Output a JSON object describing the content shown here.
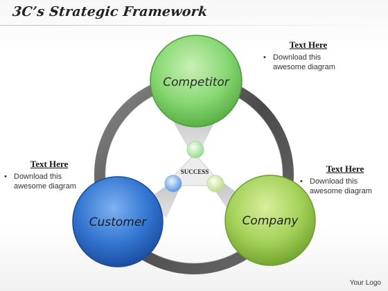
{
  "title": "3C’s Strategic Framework",
  "center_label": "SUCCESS",
  "circles": {
    "competitor": "Competitor",
    "customer": "Customer",
    "company": "Company"
  },
  "notes": {
    "top_right": {
      "heading": "Text Here",
      "bullet": "Download this awesome diagram"
    },
    "left": {
      "heading": "Text Here",
      "bullet": "Download this awesome diagram"
    },
    "right": {
      "heading": "Text Here",
      "bullet": "Download this awesome diagram"
    }
  },
  "logo": "Your Logo",
  "colors": {
    "competitor": "#7fd46a",
    "customer": "#2f6fc8",
    "company": "#9ccc52",
    "ring": "#5a5a5a"
  }
}
